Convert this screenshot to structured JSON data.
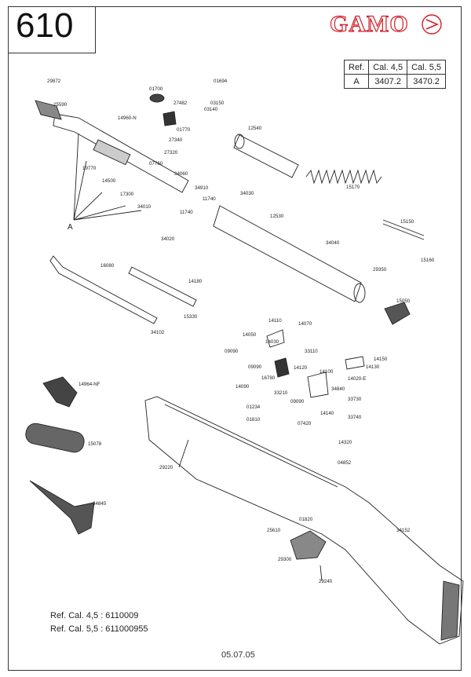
{
  "header": {
    "model": "610",
    "brand": "GAMO"
  },
  "ref_table": {
    "headers": [
      "Ref.",
      "Cal. 4,5",
      "Cal. 5,5"
    ],
    "rows": [
      [
        "A",
        "3407.2",
        "3470.2"
      ]
    ]
  },
  "group_label": "A",
  "parts": [
    "29872",
    "25590",
    "01700",
    "01694",
    "27482",
    "03150",
    "03140",
    "14960-N",
    "01770",
    "27340",
    "27320",
    "19770",
    "07760",
    "14500",
    "34060",
    "17300",
    "34910",
    "34010",
    "11740",
    "34030",
    "11740",
    "12530",
    "12540",
    "15170",
    "15150",
    "34020",
    "34040",
    "15160",
    "29350",
    "15050",
    "16080",
    "14180",
    "15330",
    "34102",
    "14110",
    "14070",
    "14050",
    "14030",
    "09090",
    "33110",
    "14120",
    "14150",
    "14100",
    "14130",
    "16780",
    "09090",
    "14090",
    "33210",
    "34840",
    "14020-E",
    "09090",
    "33730",
    "14140",
    "33740",
    "07420",
    "01234",
    "01810",
    "14320",
    "04852",
    "14964-NF",
    "15078",
    "29220",
    "34845",
    "01820",
    "25610",
    "34152",
    "29300",
    "29240"
  ],
  "footer": {
    "ref_45": "Ref. Cal. 4,5 : 6110009",
    "ref_55": "Ref. Cal. 5,5 : 611000955",
    "date": "05.07.05"
  }
}
